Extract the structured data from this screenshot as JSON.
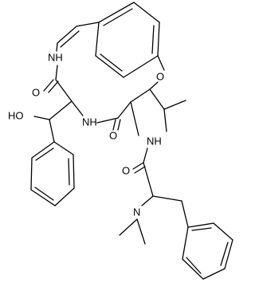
{
  "atom_labels": {
    "amide_nh_top": "NH",
    "carbonyl_o_top": "O",
    "hydroxyl": "HO",
    "amide_nh_mid": "NH",
    "ether_o": "O",
    "carbonyl_o_mid": "O",
    "amide_nh_side": "NH",
    "carbonyl_o_side": "O",
    "dimethylamino_n": "N"
  },
  "colors": {
    "bond": "#000000",
    "background": "#ffffff"
  }
}
